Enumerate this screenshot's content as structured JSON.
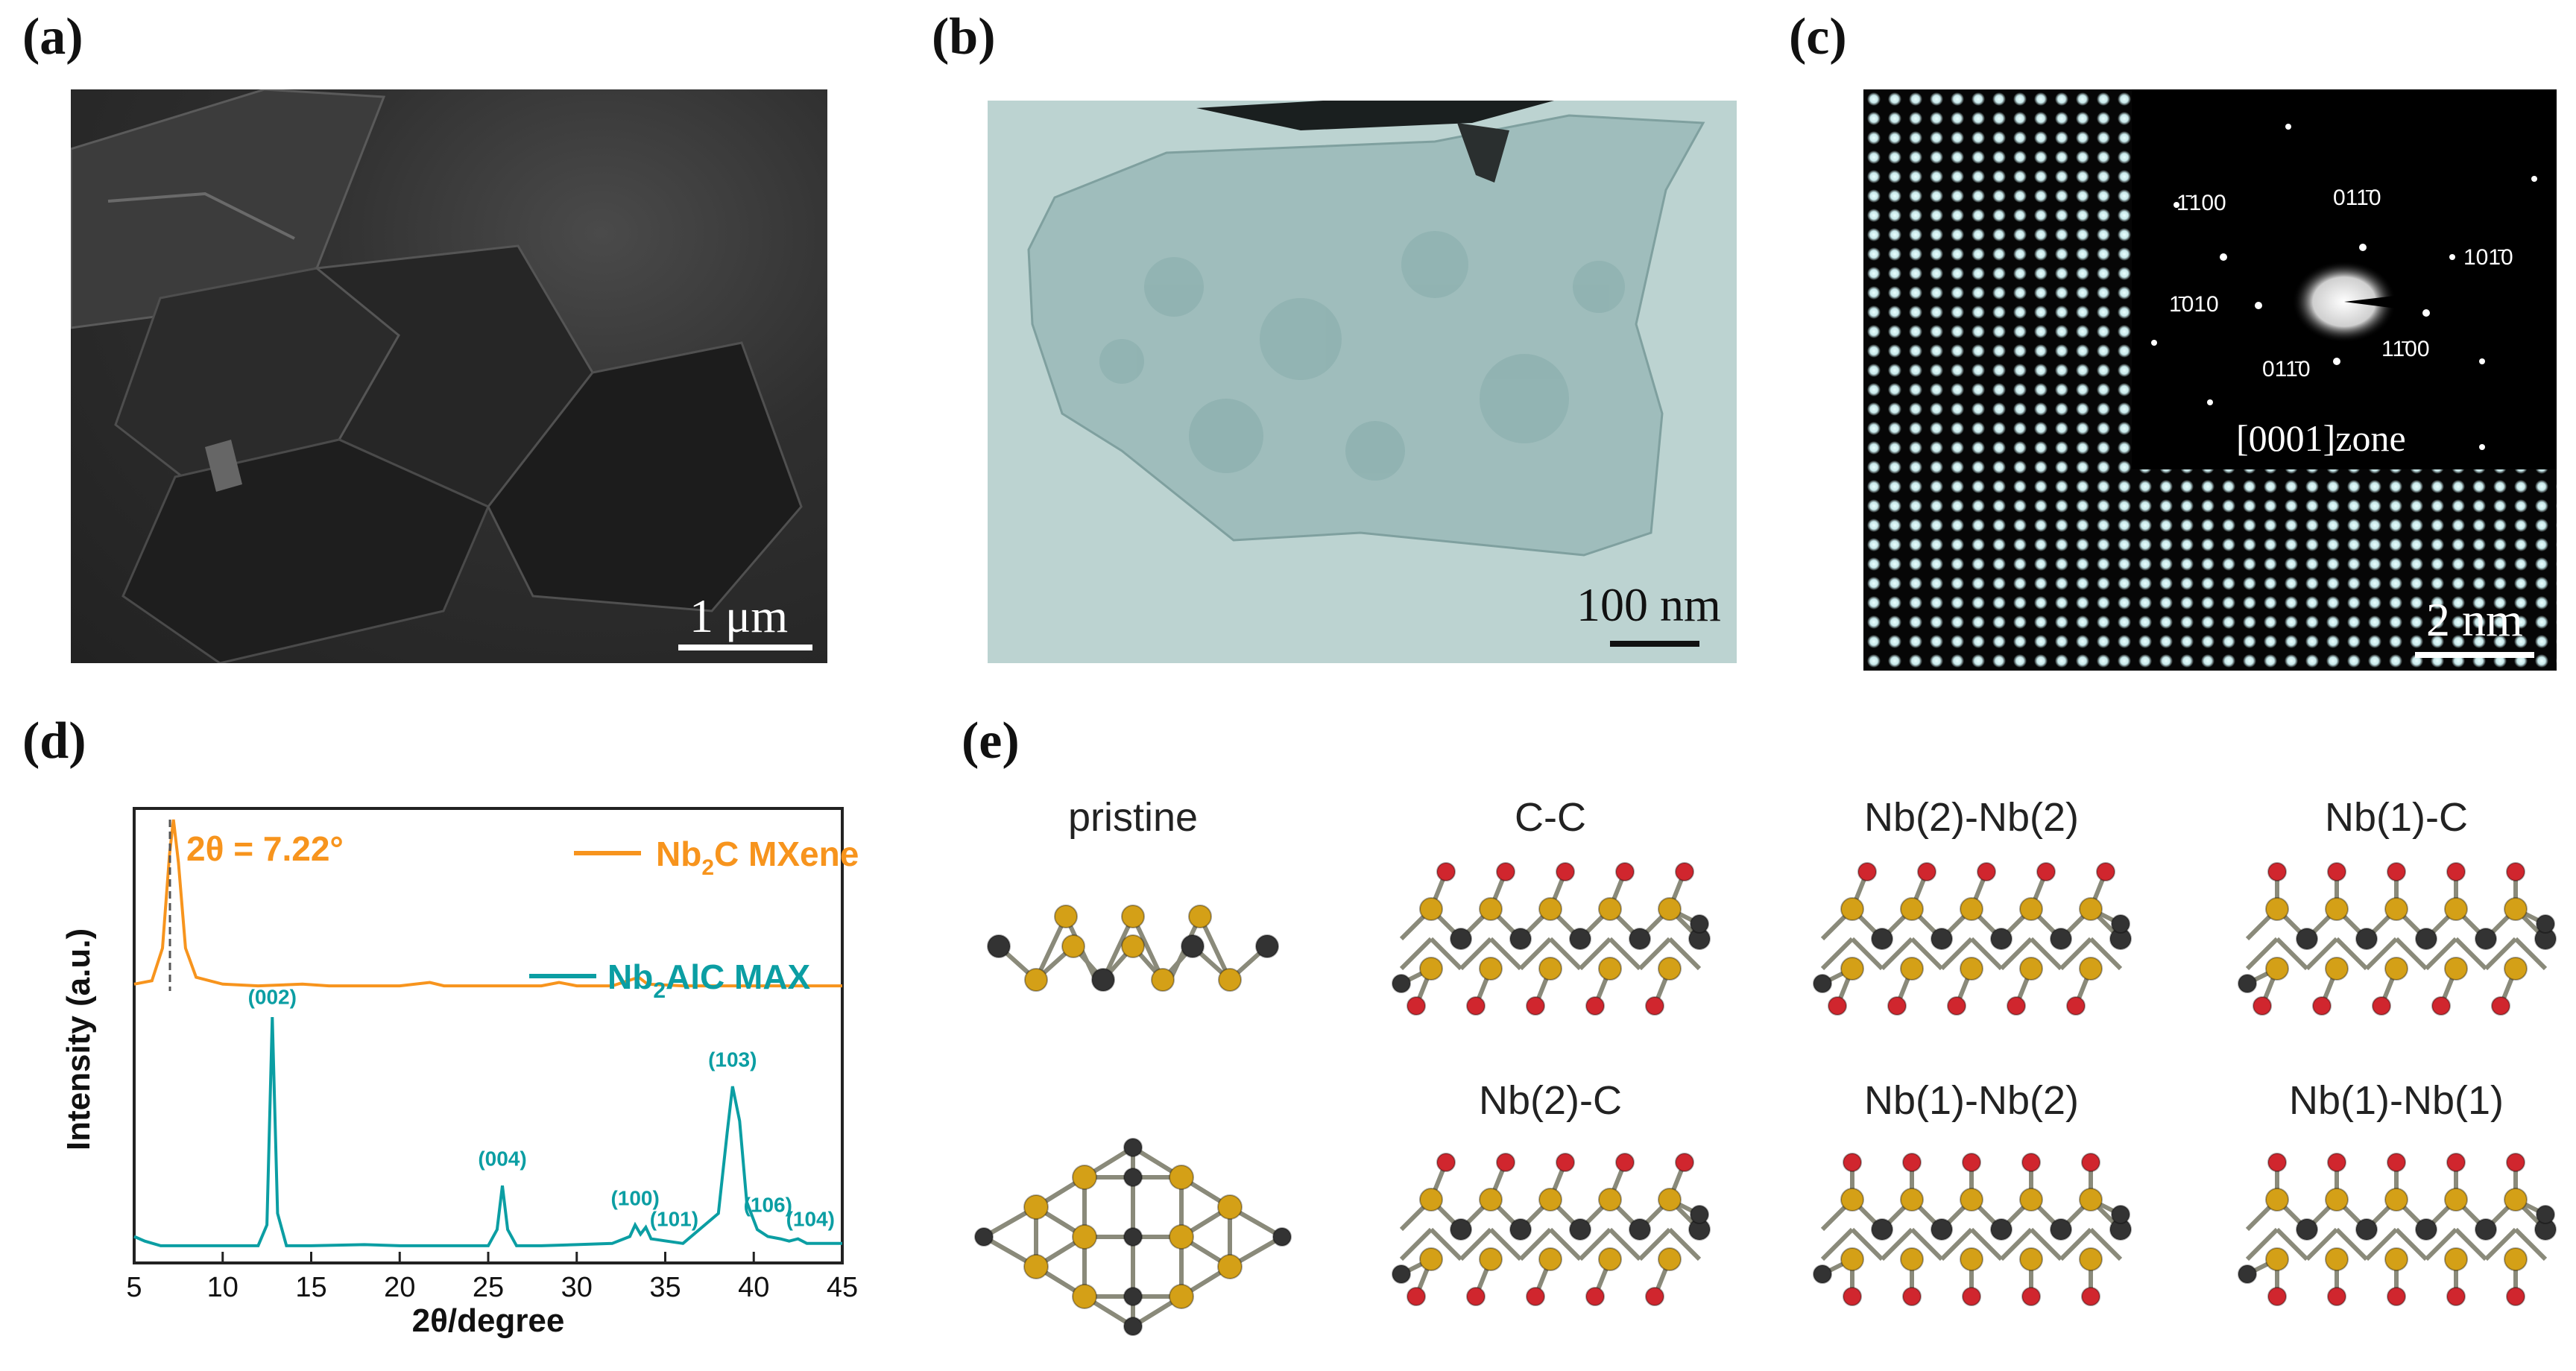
{
  "panels": {
    "a": {
      "label": "(a)",
      "scale": "1 μm"
    },
    "b": {
      "label": "(b)",
      "scale": "100 nm"
    },
    "c": {
      "label": "(c)",
      "scale": "2 nm",
      "zone": "[0001]zone",
      "spots": [
        "1̄100",
        "011̄0",
        "101̄0",
        "1̄010",
        "011̄0",
        "11̄00"
      ]
    },
    "d": {
      "label": "(d)"
    },
    "e": {
      "label": "(e)",
      "structures": [
        "pristine",
        "C-C",
        "Nb(2)-Nb(2)",
        "Nb(1)-C",
        "Nb(2)-C",
        "Nb(1)-Nb(2)",
        "Nb(1)-Nb(1)"
      ]
    }
  },
  "colors": {
    "mxene": "#f7941d",
    "max": "#0b9ea3",
    "nb_atom": "#d4a017",
    "c_atom": "#333333",
    "o_atom": "#d0262e"
  },
  "chart_data": {
    "type": "line",
    "xlabel": "2θ/degree",
    "ylabel": "Intensity (a.u.)",
    "xlim": [
      5,
      45
    ],
    "xticks": [
      "5",
      "10",
      "15",
      "20",
      "25",
      "30",
      "35",
      "40",
      "45"
    ],
    "annotation": "2θ = 7.22°",
    "series": [
      {
        "name": "Nb2C MXene",
        "name_main": "Nb",
        "name_sub": "2",
        "name_rest": "C MXene",
        "x": [
          5,
          6,
          6.6,
          7.0,
          7.22,
          7.5,
          7.9,
          8.5,
          10,
          12,
          14.5,
          16,
          20,
          21.7,
          22.5,
          25,
          28,
          29,
          30,
          32,
          33.5,
          34,
          36,
          38,
          40,
          42,
          45
        ],
        "y": [
          0.04,
          0.06,
          0.25,
          0.8,
          1.0,
          0.75,
          0.25,
          0.08,
          0.04,
          0.03,
          0.04,
          0.03,
          0.03,
          0.05,
          0.03,
          0.03,
          0.03,
          0.05,
          0.03,
          0.03,
          0.08,
          0.04,
          0.03,
          0.03,
          0.03,
          0.03,
          0.03
        ]
      },
      {
        "name": "Nb2AlC MAX",
        "name_main": "Nb",
        "name_sub": "2",
        "name_rest": "AlC MAX",
        "x": [
          5,
          5.6,
          6.5,
          8,
          10,
          12,
          12.5,
          12.8,
          13.1,
          13.6,
          15,
          18,
          20,
          22,
          25,
          25.5,
          25.8,
          26.1,
          26.6,
          28,
          30,
          32,
          33,
          33.3,
          33.6,
          33.9,
          34.2,
          36,
          38,
          38.5,
          38.8,
          39.2,
          39.6,
          40.2,
          40.8,
          41.5,
          42,
          42.5,
          43,
          45
        ],
        "y": [
          0.05,
          0.03,
          0.01,
          0.01,
          0.01,
          0.01,
          0.1,
          1.0,
          0.15,
          0.01,
          0.01,
          0.015,
          0.01,
          0.01,
          0.01,
          0.08,
          0.27,
          0.08,
          0.01,
          0.01,
          0.015,
          0.02,
          0.05,
          0.1,
          0.06,
          0.09,
          0.04,
          0.02,
          0.15,
          0.5,
          0.7,
          0.55,
          0.2,
          0.08,
          0.05,
          0.04,
          0.03,
          0.04,
          0.02,
          0.02
        ]
      }
    ],
    "peak_labels": [
      {
        "text": "(002)",
        "x": 12.8,
        "y": 1.03
      },
      {
        "text": "(004)",
        "x": 25.8,
        "y": 0.33
      },
      {
        "text": "(100)",
        "x": 33.3,
        "y": 0.16
      },
      {
        "text": "(101)",
        "x": 35.5,
        "y": 0.07
      },
      {
        "text": "(103)",
        "x": 38.8,
        "y": 0.76
      },
      {
        "text": "(106)",
        "x": 40.8,
        "y": 0.13
      },
      {
        "text": "(104)",
        "x": 43.2,
        "y": 0.07
      }
    ]
  }
}
